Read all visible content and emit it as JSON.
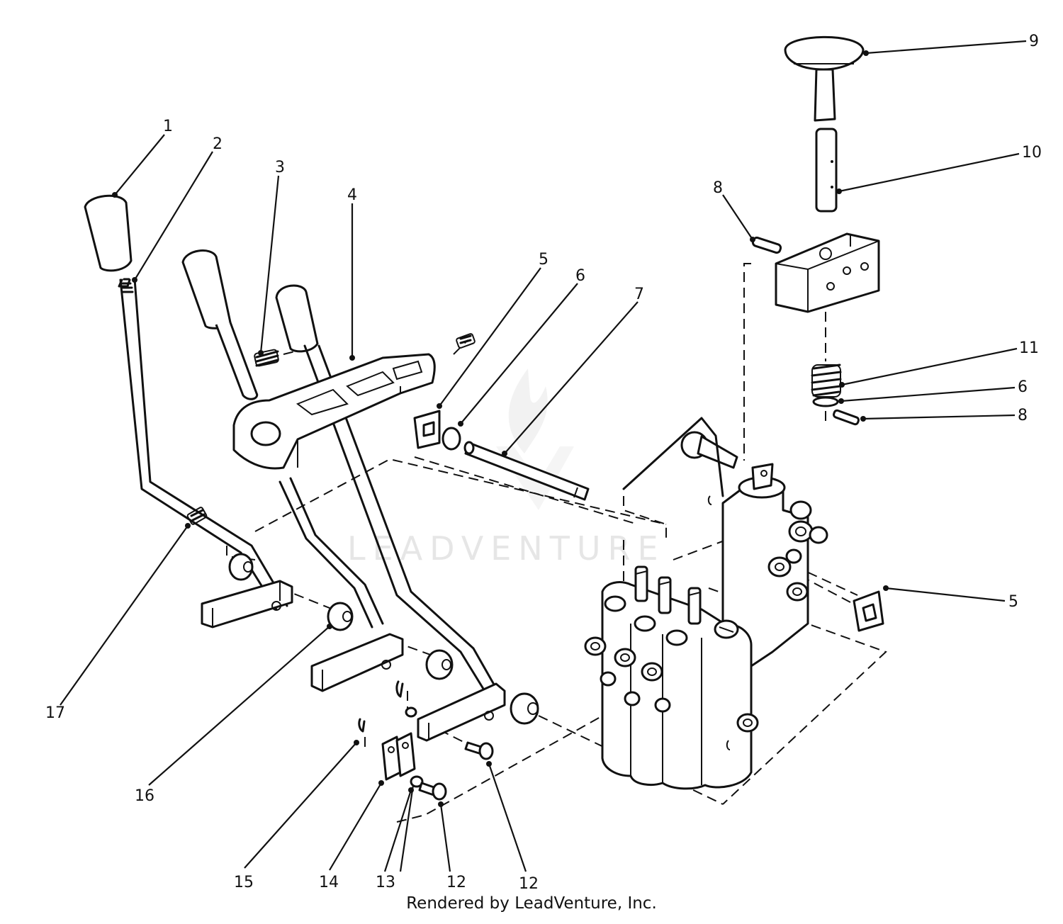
{
  "watermark": "LEADVENTURE",
  "credit": "Rendered by LeadVenture, Inc.",
  "callouts": {
    "c1": "1",
    "c2": "2",
    "c3": "3",
    "c4": "4",
    "c5a": "5",
    "c5b": "5",
    "c6a": "6",
    "c6b": "6",
    "c7": "7",
    "c8a": "8",
    "c8b": "8",
    "c9": "9",
    "c10": "10",
    "c11": "11",
    "c12a": "12",
    "c12b": "12",
    "c13": "13",
    "c14": "14",
    "c15": "15",
    "c16": "16",
    "c17": "17"
  }
}
